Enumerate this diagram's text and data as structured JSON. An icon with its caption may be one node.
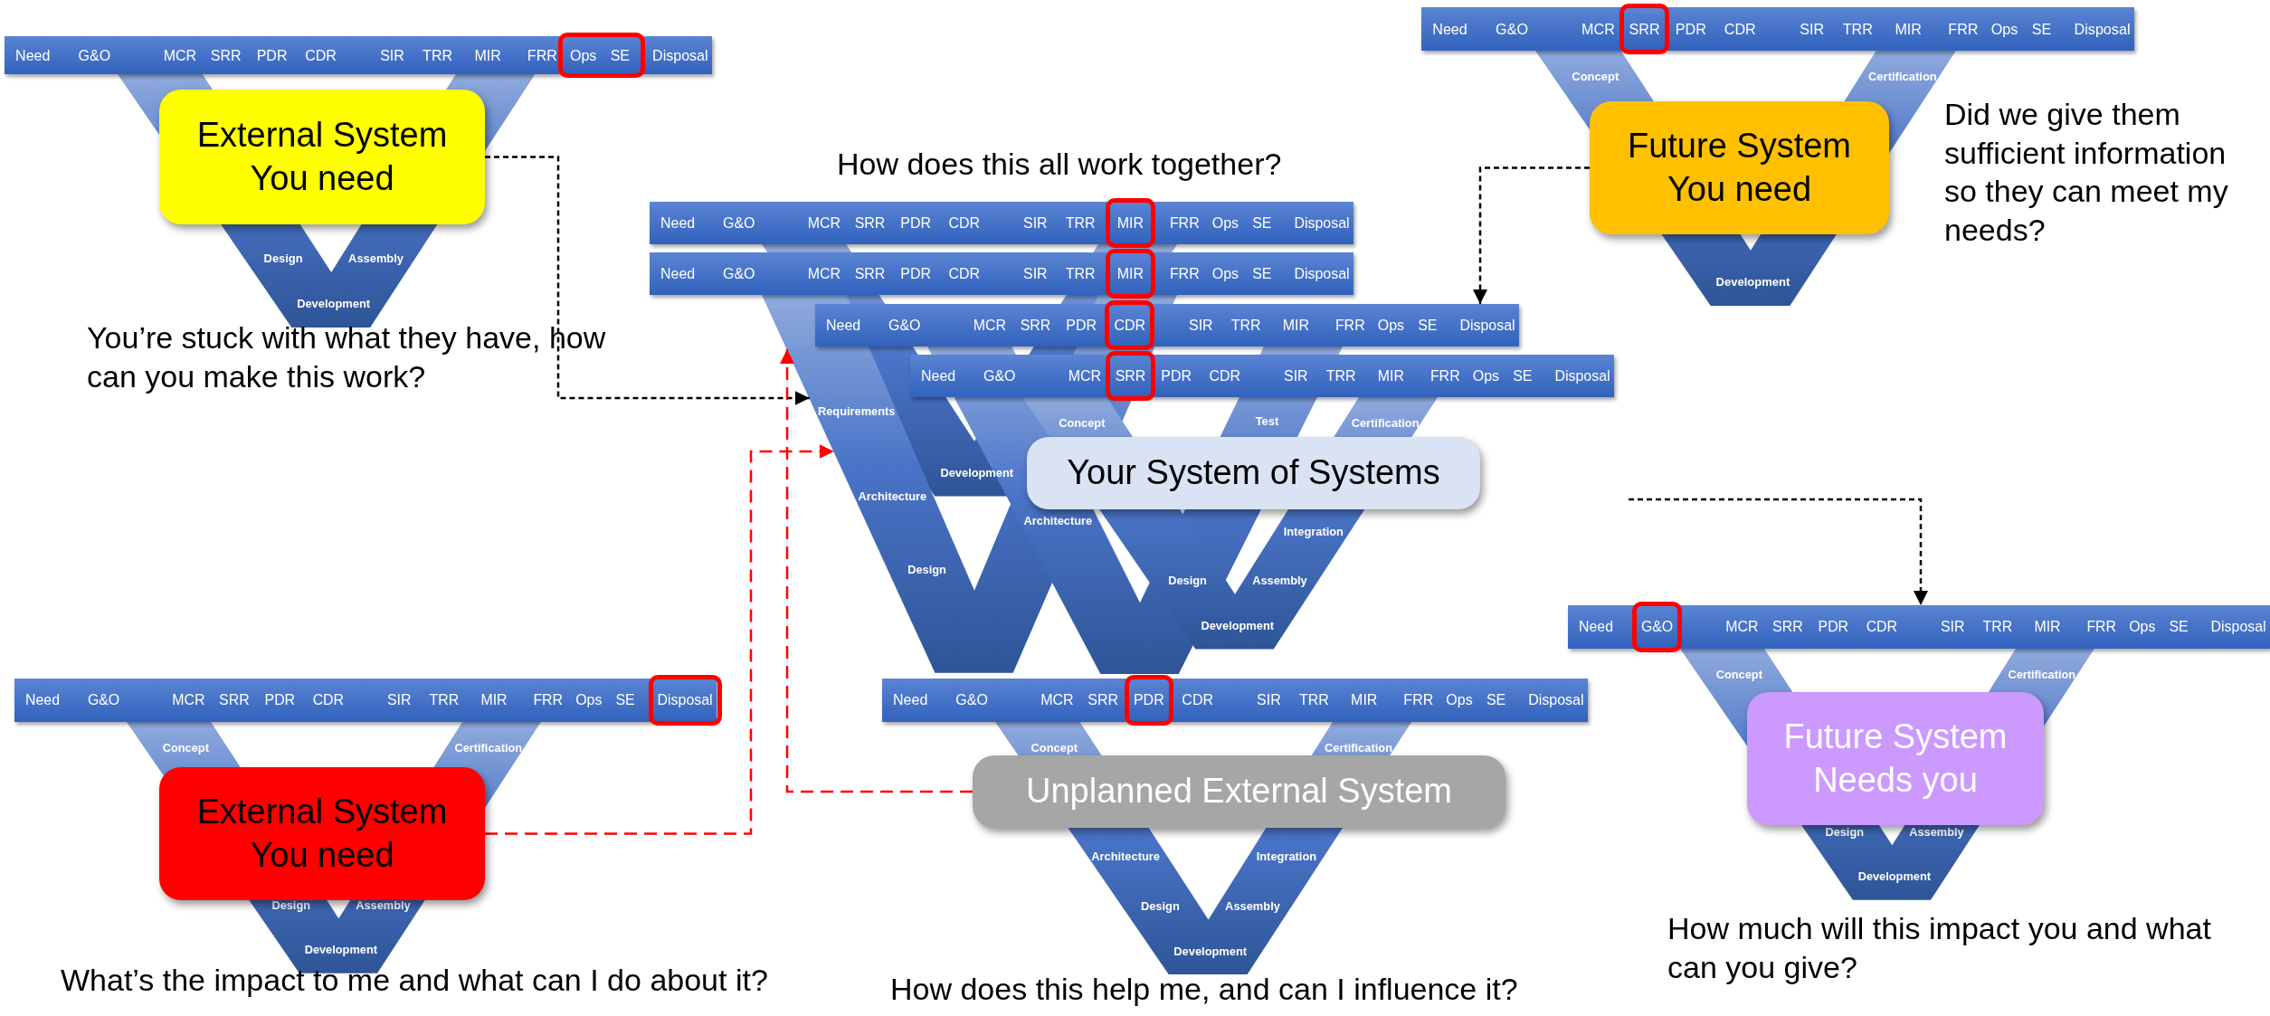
{
  "diagram": {
    "nodes": [
      {
        "text": [
          "Need",
          "G&O",
          "MCR",
          "SRR",
          "PDR",
          "CDR",
          "SIR",
          "TRR",
          "MIR",
          "FRR",
          "Disposal"
        ]
      },
      {
        "text": [
          "Ops",
          "SE"
        ],
        "in": 0
      },
      {
        "text": [
          "Design",
          "Assembly",
          "Development"
        ]
      },
      {
        "text": [
          "External System You need"
        ]
      },
      {
        "text": [
          "Need",
          "G&O",
          "MCR",
          "PDR",
          "CDR",
          "SIR",
          "TRR",
          "MIR",
          "FRR",
          "Ops",
          "SE",
          "Disposal"
        ]
      },
      {
        "text": [
          "SRR"
        ],
        "in": 4
      },
      {
        "text": [
          "Concept",
          "Certification",
          "Development"
        ]
      },
      {
        "text": [
          "Future System You need"
        ]
      },
      {
        "text": [
          "Need",
          "G&O",
          "MCR",
          "SRR",
          "PDR",
          "CDR",
          "SIR",
          "TRR",
          "FRR",
          "Ops",
          "SE",
          "Disposal"
        ]
      },
      {
        "text": [
          "MIR"
        ],
        "in": 8
      },
      {
        "text": [
          "Need",
          "G&O",
          "MCR",
          "SRR",
          "PDR",
          "CDR",
          "SIR",
          "TRR",
          "FRR",
          "Ops",
          "SE",
          "Disposal"
        ]
      },
      {
        "text": [
          "MIR"
        ],
        "in": 10
      },
      {
        "text": [
          "Need",
          "G&O",
          "MCR",
          "SRR",
          "PDR",
          "SIR",
          "TRR",
          "MIR",
          "FRR",
          "Ops",
          "SE",
          "Disposal"
        ]
      },
      {
        "text": [
          "CDR"
        ],
        "in": 12
      },
      {
        "text": [
          "Need",
          "G&O",
          "MCR",
          "PDR",
          "CDR",
          "SIR",
          "TRR",
          "MIR",
          "FRR",
          "Ops",
          "SE",
          "Disposal"
        ]
      },
      {
        "text": [
          "SRR"
        ],
        "in": 14
      },
      {
        "text": [
          "Development"
        ]
      },
      {
        "text": [
          "Requirements",
          "Architecture",
          "Design"
        ]
      },
      {
        "text": [
          "Architecture",
          "Test"
        ]
      },
      {
        "text": [
          "Concept",
          "Certification",
          "Integration",
          "Design",
          "Assembly",
          "Development"
        ]
      },
      {
        "text": [
          "Your System of Systems"
        ]
      },
      {
        "text": [
          "Need",
          "G&O",
          "MCR",
          "SRR",
          "PDR",
          "CDR",
          "SIR",
          "TRR",
          "MIR",
          "FRR",
          "Ops",
          "SE"
        ]
      },
      {
        "text": [
          "Disposal"
        ],
        "in": 21
      },
      {
        "text": [
          "Concept",
          "Certification",
          "Design",
          "Assembly",
          "Development"
        ]
      },
      {
        "text": [
          "External System You need"
        ]
      },
      {
        "text": [
          "Need",
          "G&O",
          "MCR",
          "SRR",
          "CDR",
          "SIR",
          "TRR",
          "MIR",
          "FRR",
          "Ops",
          "SE",
          "Disposal"
        ]
      },
      {
        "text": [
          "PDR"
        ],
        "in": 25
      },
      {
        "text": [
          "Concept",
          "Certification",
          "Architecture",
          "Integration",
          "Design",
          "Assembly",
          "Development"
        ]
      },
      {
        "text": [
          "Unplanned External System"
        ]
      },
      {
        "text": [
          "Need",
          "MCR",
          "SRR",
          "PDR",
          "CDR",
          "SIR",
          "TRR",
          "MIR",
          "FRR",
          "Ops",
          "SE",
          "Disposal"
        ]
      },
      {
        "text": [
          "G&O"
        ],
        "in": 29
      },
      {
        "text": [
          "Concept",
          "Certification",
          "Design",
          "Assembly",
          "Development"
        ]
      },
      {
        "text": [
          "Future System Needs you"
        ]
      }
    ],
    "edges": [
      {
        "from": 3,
        "to": 17,
        "arrow": "to",
        "style": "dashed"
      },
      {
        "from": 7,
        "to": 12,
        "arrow": "to",
        "style": "dashed"
      },
      {
        "from": 24,
        "to": 17,
        "arrow": "to",
        "style": "dashed",
        "color": "#ff0000"
      },
      {
        "from": 28,
        "to": 17,
        "arrow": "to",
        "style": "dashed",
        "color": "#ff0000"
      },
      {
        "from": null,
        "to": 29,
        "arrow": "to",
        "style": "dashed"
      }
    ],
    "labels": [
      "Did we give them sufficient information so they can meet my needs?",
      "How does this all work together?",
      "You’re stuck with what they have, how can you make this work?",
      "How much will this impact you and what can you give?",
      "What’s the impact to me and what can I do about it?",
      "How does this help me, and can I influence it?"
    ]
  }
}
